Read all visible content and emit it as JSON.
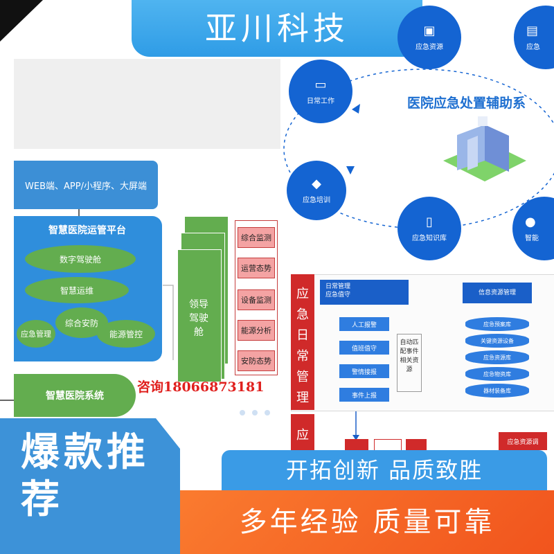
{
  "banner": {
    "title": "亚川科技"
  },
  "left_diagram": {
    "channels": "WEB端、APP/小程序、大屏端",
    "platform_title": "智慧医院运管平台",
    "modules": [
      "数字驾驶舱",
      "智慧运维",
      "应急管理",
      "综合安防",
      "能源管控"
    ],
    "hospital_system": "智慧医院系统",
    "leader_cockpit": "领导驾驶舱",
    "monitors": [
      "综合监测",
      "运营态势",
      "设备监测",
      "能源分析",
      "安防态势"
    ],
    "consult": "咨询18066873181"
  },
  "right_top": {
    "title": "医院应急处置辅助系",
    "nodes": [
      "日常工作",
      "应急资源",
      "应急培训",
      "应急知识库"
    ],
    "partial_nodes": [
      "应急",
      "智能"
    ]
  },
  "right_bottom": {
    "section_label": "应急日常管理",
    "section_label_2": "应",
    "head_left": [
      "日常管理",
      "应急值守"
    ],
    "steps": [
      "人工报警",
      "值班值守",
      "警情接报",
      "事件上报"
    ],
    "auto_match": "自动匹配事件相关资源",
    "head_right": "信息资源管理",
    "databases": [
      "应急预案库",
      "关键资源设备",
      "应急资源库",
      "应急物资库",
      "器材装备库"
    ],
    "bottom_right": "应急资源调"
  },
  "promo": {
    "left": "爆款推荐",
    "slogan_1": "开拓创新  品质致胜",
    "slogan_2": "多年经验  质量可靠"
  },
  "colors": {
    "brand_blue": "#3d92d8",
    "green": "#63ad4f",
    "red": "#d02a2a",
    "orange": "#f1541d"
  }
}
